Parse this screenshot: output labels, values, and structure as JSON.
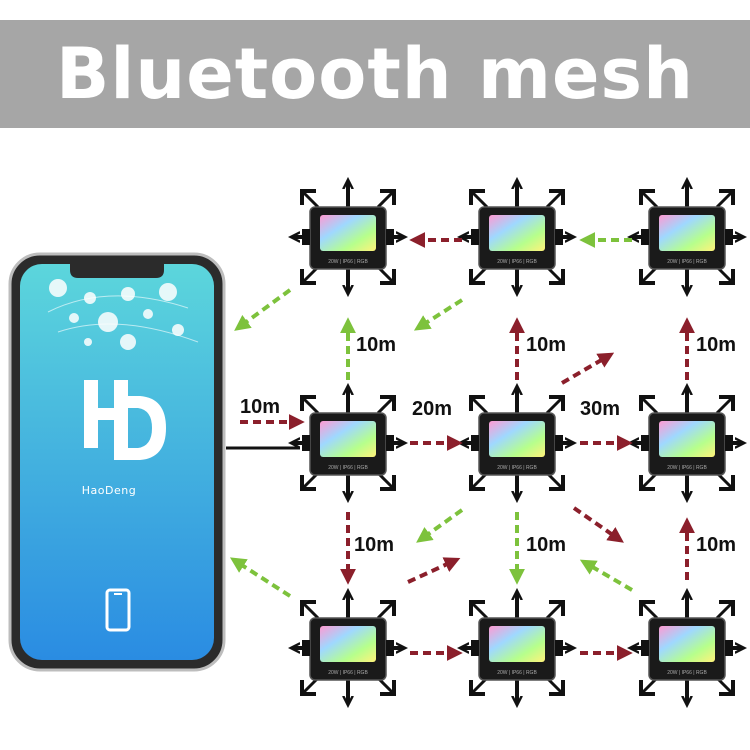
{
  "title": "Bluetooth mesh",
  "phone": {
    "brand": "HaoDeng",
    "logo_letters": "HD",
    "screen_gradient": [
      "#55d3dc",
      "#2b8fe0"
    ]
  },
  "colors": {
    "relay_arrow": "#8b1f2b",
    "return_arrow": "#7dc23c",
    "banner": "#a6a6a6",
    "light_body": "#1a1a1a"
  },
  "distance_labels": [
    {
      "id": "phone-to-light",
      "text": "10m"
    },
    {
      "id": "top-left-vertical",
      "text": "10m"
    },
    {
      "id": "top-middle-vertical",
      "text": "10m"
    },
    {
      "id": "top-right-vertical",
      "text": "10m"
    },
    {
      "id": "row-span-20",
      "text": "20m"
    },
    {
      "id": "row-span-30",
      "text": "30m"
    },
    {
      "id": "bottom-left-vertical",
      "text": "10m"
    },
    {
      "id": "bottom-middle-vertical",
      "text": "10m"
    },
    {
      "id": "bottom-right-vertical",
      "text": "10m"
    }
  ],
  "lights": [
    {
      "id": "r1c1",
      "specs": [
        "20W",
        "IP66",
        "RGB"
      ]
    },
    {
      "id": "r1c2",
      "specs": [
        "20W",
        "IP66",
        "RGB"
      ]
    },
    {
      "id": "r1c3",
      "specs": [
        "20W",
        "IP66",
        "RGB"
      ]
    },
    {
      "id": "r2c1",
      "specs": [
        "20W",
        "IP66",
        "RGB"
      ]
    },
    {
      "id": "r2c2",
      "specs": [
        "20W",
        "IP66",
        "RGB"
      ]
    },
    {
      "id": "r2c3",
      "specs": [
        "20W",
        "IP66",
        "RGB"
      ]
    },
    {
      "id": "r3c1",
      "specs": [
        "20W",
        "IP66",
        "RGB"
      ]
    },
    {
      "id": "r3c2",
      "specs": [
        "20W",
        "IP66",
        "RGB"
      ]
    },
    {
      "id": "r3c3",
      "specs": [
        "20W",
        "IP66",
        "RGB"
      ]
    }
  ]
}
